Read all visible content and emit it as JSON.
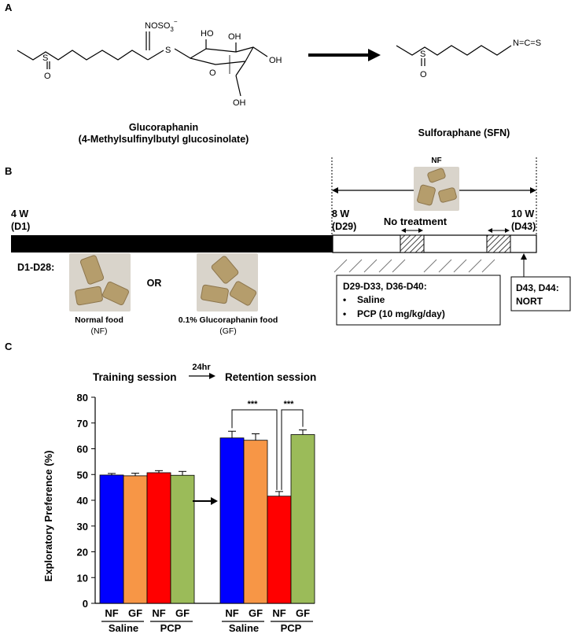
{
  "panel_a": {
    "label": "A",
    "reactant_name": "Glucoraphanin",
    "reactant_subname": "(4-Methylsulfinylbutyl glucosinolate)",
    "product_name": "Sulforaphane (SFN)",
    "atoms": {
      "s": "S",
      "o": "O",
      "noso3": "NOSO",
      "noso3_sub": "3",
      "noso3_sup": "−",
      "ho": "HO",
      "oh": "OH",
      "ncs": "N=C=S"
    }
  },
  "panel_b": {
    "label": "B",
    "nf_label": "NF",
    "start_week": "4 W",
    "start_day": "(D1)",
    "mid_week": "8 W",
    "mid_day": "(D29)",
    "no_treatment": "No treatment",
    "end_week": "10 W",
    "end_day": "(D43)",
    "d1_d28": "D1-D28:",
    "or": "OR",
    "normal_food": "Normal food",
    "normal_food_abbr": "(NF)",
    "gr_food": "0.1% Glucoraphanin food",
    "gr_food_abbr": "(GF)",
    "schedule_title": "D29-D33, D36-D40:",
    "schedule_items": [
      "Saline",
      "PCP (10 mg/kg/day)"
    ],
    "nort_days": "D43, D44:",
    "nort": "NORT"
  },
  "panel_c": {
    "label": "C",
    "training": "Training session",
    "interval": "24hr",
    "retention": "Retention session",
    "significance": "***"
  },
  "chart_data": {
    "type": "bar",
    "ylabel": "Exploratory Preference (%)",
    "ylim": [
      0,
      80
    ],
    "yticks": [
      0,
      10,
      20,
      30,
      40,
      50,
      60,
      70,
      80
    ],
    "groups": [
      {
        "session": "Training session",
        "bars": [
          {
            "food": "NF",
            "treatment": "Saline",
            "value": 49.8,
            "error": 0.6,
            "color": "#0000ff"
          },
          {
            "food": "GF",
            "treatment": "Saline",
            "value": 49.5,
            "error": 1.0,
            "color": "#f79646"
          },
          {
            "food": "NF",
            "treatment": "PCP",
            "value": 50.7,
            "error": 0.8,
            "color": "#ff0000"
          },
          {
            "food": "GF",
            "treatment": "PCP",
            "value": 49.7,
            "error": 1.5,
            "color": "#9bbb59"
          }
        ]
      },
      {
        "session": "Retention session",
        "bars": [
          {
            "food": "NF",
            "treatment": "Saline",
            "value": 64.2,
            "error": 2.6,
            "color": "#0000ff"
          },
          {
            "food": "GF",
            "treatment": "Saline",
            "value": 63.3,
            "error": 2.5,
            "color": "#f79646"
          },
          {
            "food": "NF",
            "treatment": "PCP",
            "value": 41.6,
            "error": 1.8,
            "color": "#ff0000"
          },
          {
            "food": "GF",
            "treatment": "PCP",
            "value": 65.5,
            "error": 1.8,
            "color": "#9bbb59"
          }
        ]
      }
    ],
    "treatment_labels": [
      "Saline",
      "PCP"
    ]
  }
}
